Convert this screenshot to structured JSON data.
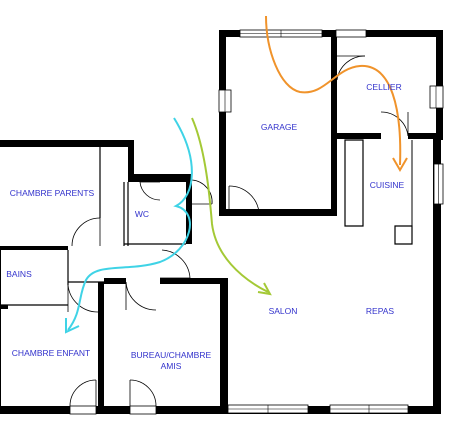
{
  "rooms": {
    "garage": "GARAGE",
    "cellier": "CELLIER",
    "cuisine": "CUISINE",
    "chambre_parents": "CHAMBRE PARENTS",
    "wc": "WC",
    "bains": "BAINS",
    "salon": "SALON",
    "repas": "REPAS",
    "chambre_enfant": "CHAMBRE ENFANT",
    "bureau_line1": "BUREAU/CHAMBRE",
    "bureau_line2": "AMIS"
  },
  "colors": {
    "label": "#3333cc",
    "wall": "#000000",
    "flow_orange": "#f0932b",
    "flow_green": "#a4c936",
    "flow_cyan": "#3fd3e6"
  }
}
